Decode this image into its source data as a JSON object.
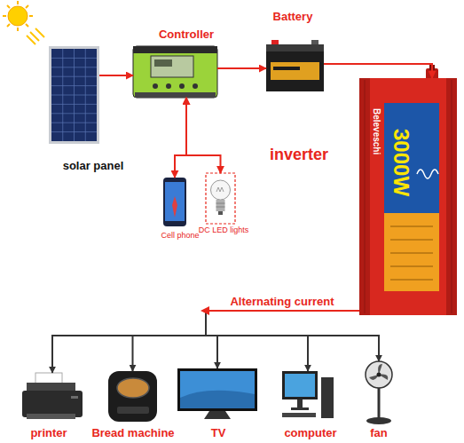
{
  "diagram": {
    "nodes": [
      {
        "text": [
          "solar panel"
        ]
      },
      {
        "text": [
          "Controller"
        ]
      },
      {
        "text": [
          "Battery"
        ]
      },
      {
        "text": [
          "inverter",
          "Beleveschi",
          "3000W"
        ]
      },
      {
        "text": [
          "Cell phone"
        ]
      },
      {
        "text": [
          "DC LED lights"
        ]
      },
      {
        "text": [
          "printer"
        ]
      },
      {
        "text": [
          "Bread machine"
        ]
      },
      {
        "text": [
          "TV"
        ]
      },
      {
        "text": [
          "computer"
        ]
      },
      {
        "text": [
          "fan"
        ]
      }
    ],
    "edges": [
      {
        "from": 0,
        "to": 1,
        "arrow": "to"
      },
      {
        "from": 1,
        "to": 2,
        "arrow": "to"
      },
      {
        "from": 2,
        "to": 3,
        "arrow": "to"
      },
      {
        "from": 1,
        "to": 4,
        "arrow": "both"
      },
      {
        "from": 1,
        "to": 5,
        "arrow": "both"
      },
      {
        "from": 3,
        "to": 6,
        "label": "Alternating current",
        "arrow": "to"
      },
      {
        "from": 3,
        "to": 7,
        "arrow": "to"
      },
      {
        "from": 3,
        "to": 8,
        "arrow": "to"
      },
      {
        "from": 3,
        "to": 9,
        "arrow": "to"
      },
      {
        "from": 3,
        "to": 10,
        "arrow": "to"
      }
    ]
  }
}
